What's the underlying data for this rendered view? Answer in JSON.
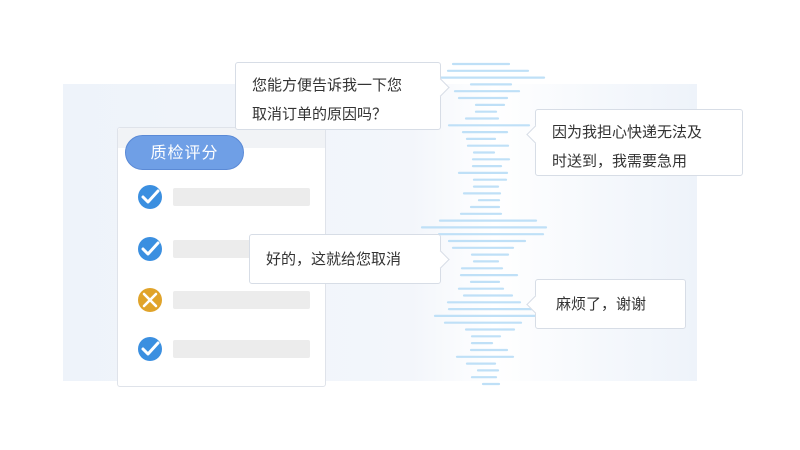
{
  "quality_card": {
    "title": "质检评分",
    "rows": [
      {
        "status": "pass",
        "icon": "check-icon"
      },
      {
        "status": "pass",
        "icon": "check-icon"
      },
      {
        "status": "fail",
        "icon": "cross-icon"
      },
      {
        "status": "pass",
        "icon": "check-icon"
      }
    ]
  },
  "chat": [
    {
      "side": "agent",
      "lines": [
        "您能方便告诉我一下您",
        "取消订单的原因吗？"
      ]
    },
    {
      "side": "customer",
      "lines": [
        "因为我担心快递无法及",
        "时送到，我需要急用"
      ]
    },
    {
      "side": "agent",
      "lines": [
        "好的，这就给您取消"
      ]
    },
    {
      "side": "customer",
      "lines": [
        "麻烦了，谢谢"
      ]
    }
  ],
  "colors": {
    "accent": "#6f9fe6",
    "check": "#3b8fe0",
    "cross": "#e0a32a",
    "wave": "#bfe0f7"
  }
}
